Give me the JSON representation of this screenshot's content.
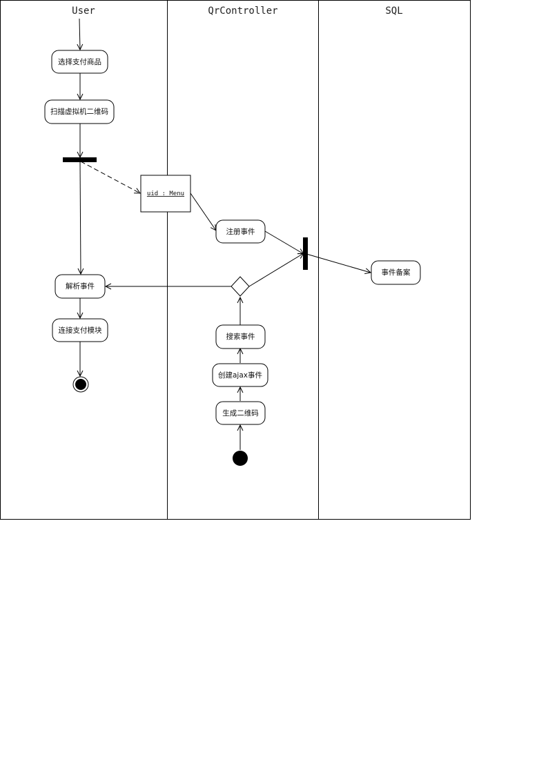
{
  "lanes": [
    {
      "id": "user",
      "title": "User"
    },
    {
      "id": "qrcontroller",
      "title": "QrController"
    },
    {
      "id": "sql",
      "title": "SQL"
    }
  ],
  "activities": {
    "select_product": "选择支付商品",
    "scan_qr": "扫描虚拟机二维码",
    "parse_event": "解析事件",
    "connect_payment": "连接支付模块",
    "register_event": "注册事件",
    "search_event": "搜索事件",
    "create_ajax": "创建ajax事件",
    "generate_qr": "生成二维码",
    "record_event": "事件备案"
  },
  "object_node": {
    "label": "uid : Menu"
  },
  "colors": {
    "line": "#000000",
    "fill": "#ffffff",
    "bar": "#000000"
  }
}
